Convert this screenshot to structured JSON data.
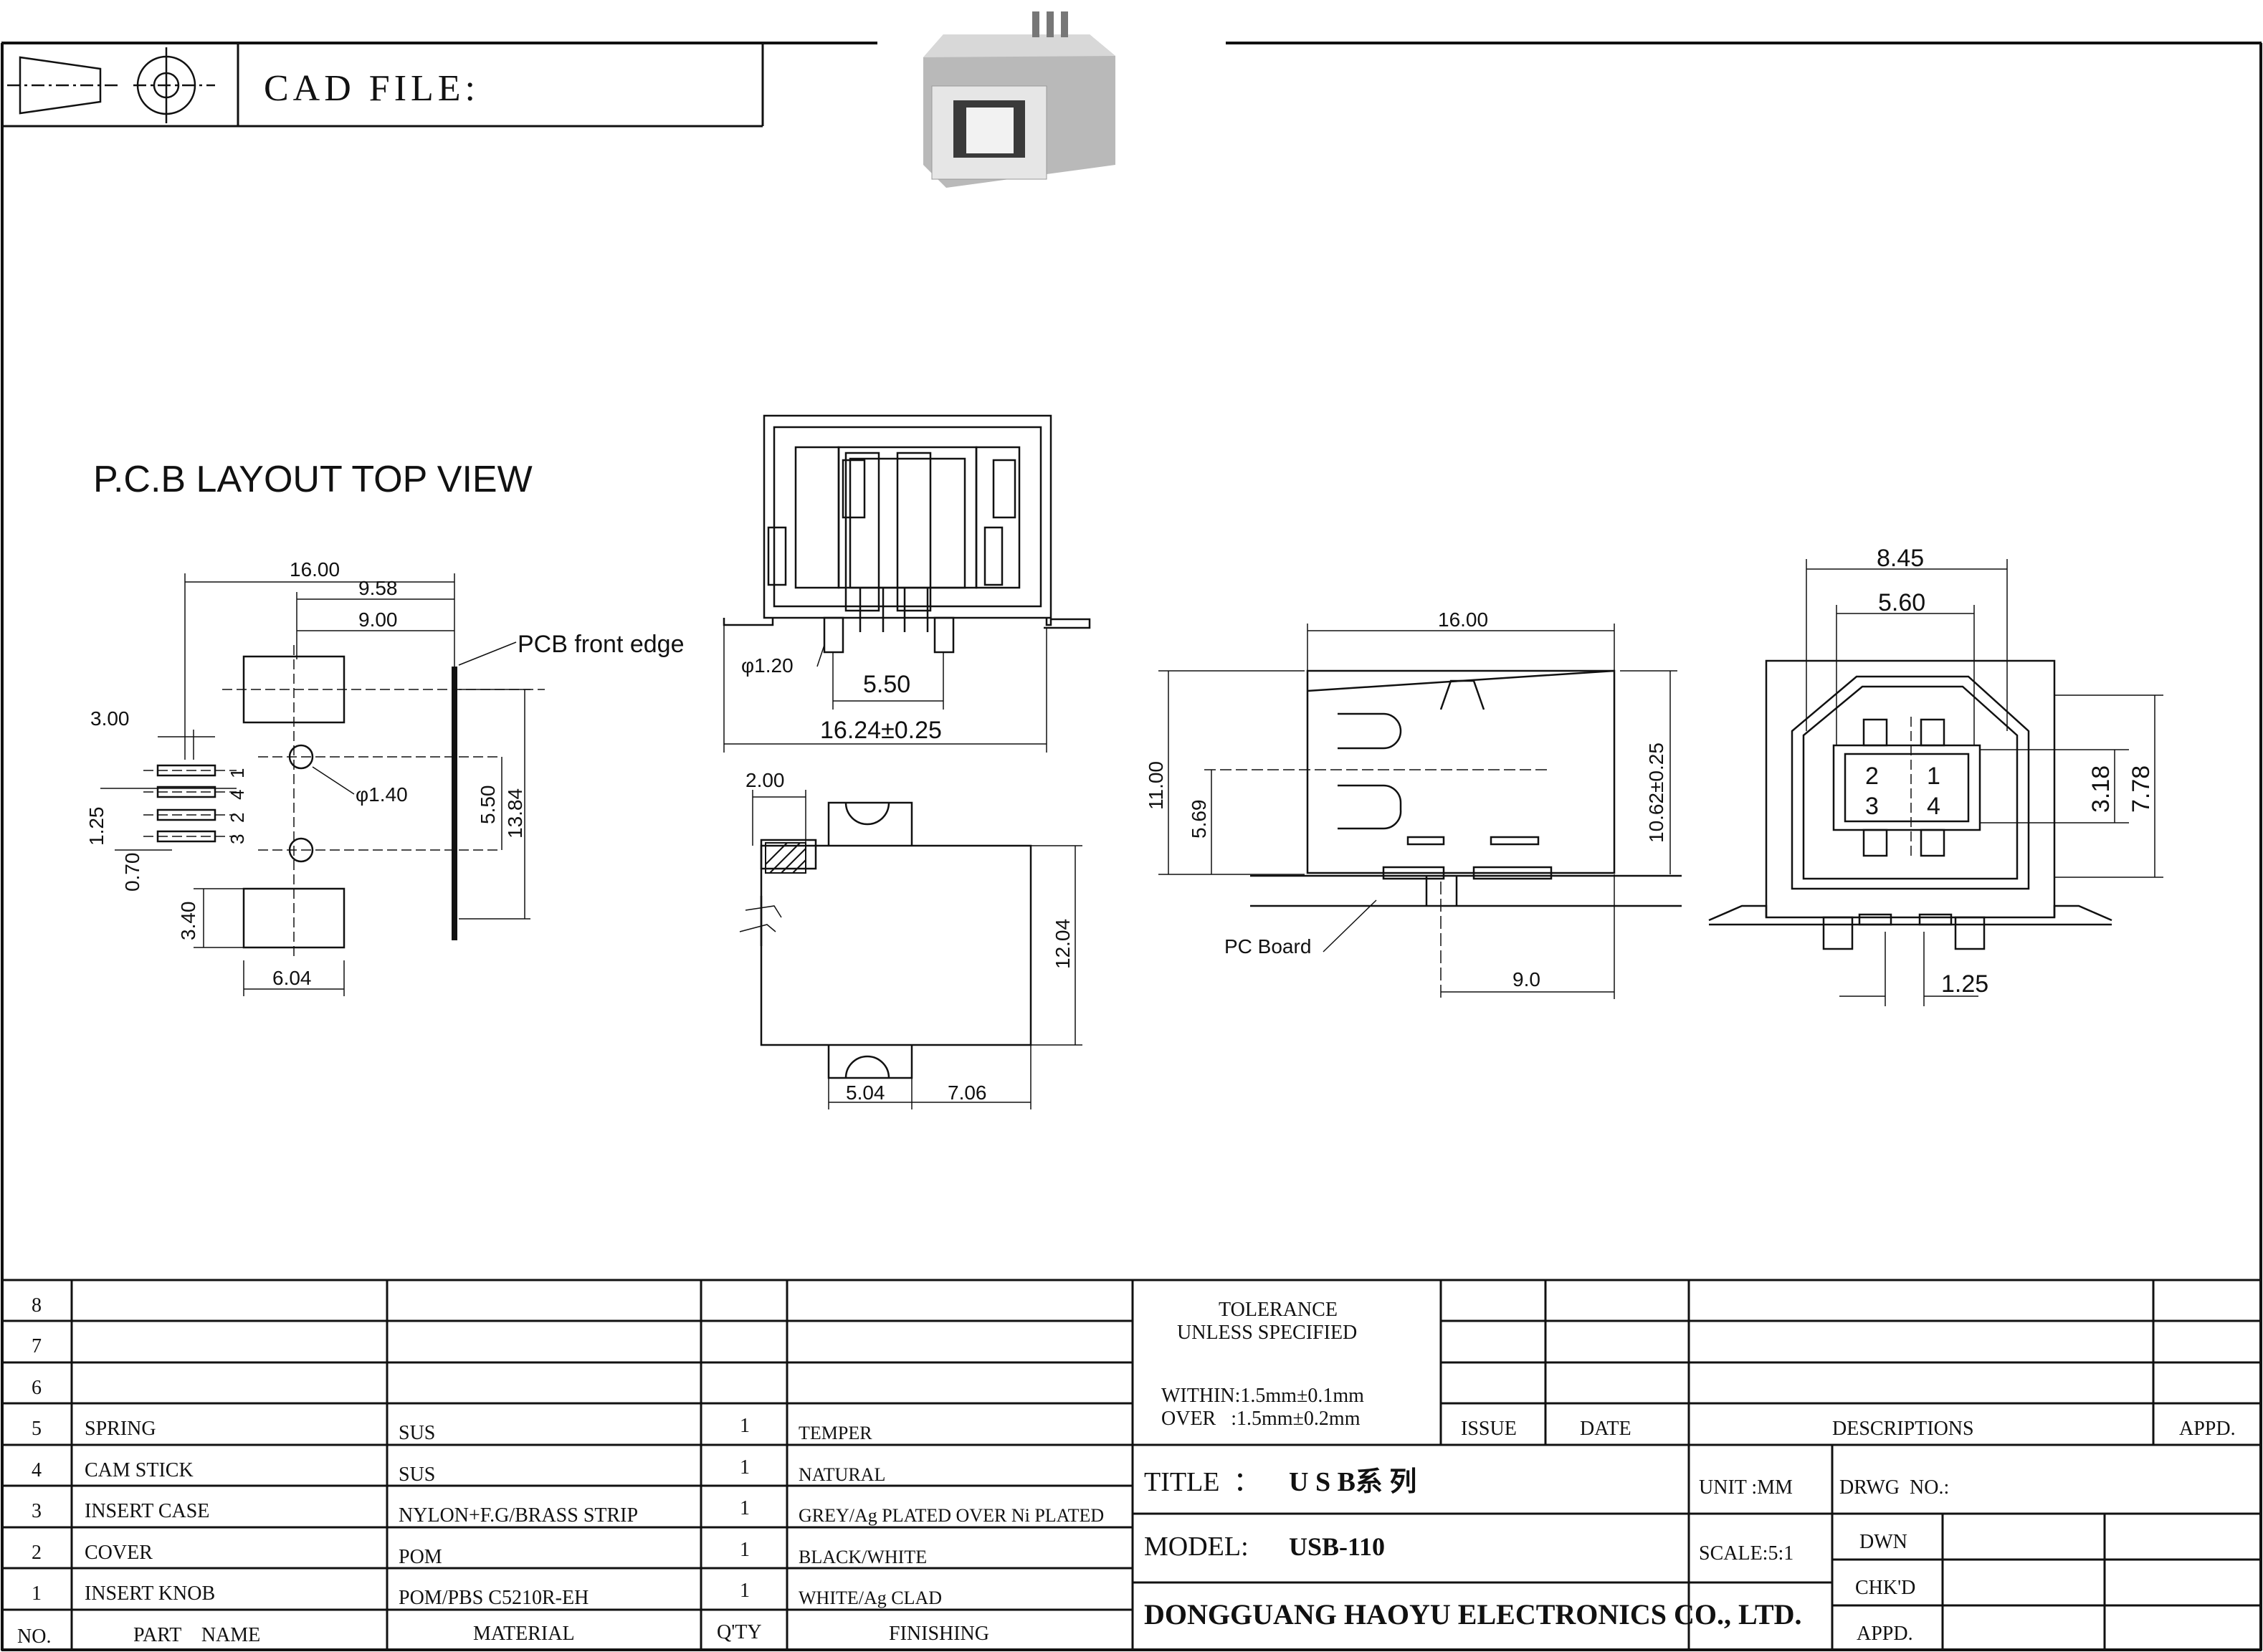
{
  "header": {
    "cad_file_label": "CAD FILE:"
  },
  "pcb_layout": {
    "title": "P.C.B LAYOUT TOP VIEW",
    "pcb_front_edge": "PCB front edge",
    "dims": {
      "d16_00": "16.00",
      "d9_58": "9.58",
      "d9_00": "9.00",
      "d3_00": "3.00",
      "d1_25": "1.25",
      "d0_70": "0.70",
      "d3_40": "3.40",
      "d6_04": "6.04",
      "d5_50": "5.50",
      "d13_84": "13.84",
      "hole": "φ1.40"
    },
    "pins": [
      "1",
      "4",
      "2",
      "3"
    ]
  },
  "front_view": {
    "dims": {
      "pin_dia": "φ1.20",
      "pitch": "5.50",
      "width": "16.24±0.25"
    }
  },
  "top_view": {
    "dims": {
      "d2_00": "2.00",
      "d12_04": "12.04",
      "d5_04": "5.04",
      "d7_06": "7.06"
    }
  },
  "side_view": {
    "dims": {
      "d16_00": "16.00",
      "d11_00": "11.00",
      "d5_69": "5.69",
      "d10_62": "10.62±0.25",
      "d9_0": "9.0"
    },
    "pc_board": "PC Board"
  },
  "end_view": {
    "dims": {
      "d8_45": "8.45",
      "d5_60": "5.60",
      "d3_18": "3.18",
      "d7_78": "7.78",
      "d1_25": "1.25"
    },
    "pins": [
      "2",
      "1",
      "3",
      "4"
    ]
  },
  "bom": {
    "rows": [
      {
        "no": "8",
        "part": "",
        "material": "",
        "qty": "",
        "finishing": ""
      },
      {
        "no": "7",
        "part": "",
        "material": "",
        "qty": "",
        "finishing": ""
      },
      {
        "no": "6",
        "part": "",
        "material": "",
        "qty": "",
        "finishing": ""
      },
      {
        "no": "5",
        "part": "SPRING",
        "material": "SUS",
        "qty": "1",
        "finishing": "TEMPER"
      },
      {
        "no": "4",
        "part": "CAM STICK",
        "material": "SUS",
        "qty": "1",
        "finishing": "NATURAL"
      },
      {
        "no": "3",
        "part": "INSERT CASE",
        "material": "NYLON+F.G/BRASS STRIP",
        "qty": "1",
        "finishing": "GREY/Ag PLATED OVER Ni PLATED"
      },
      {
        "no": "2",
        "part": "COVER",
        "material": "POM",
        "qty": "1",
        "finishing": "BLACK/WHITE"
      },
      {
        "no": "1",
        "part": "INSERT KNOB",
        "material": "POM/PBS C5210R-EH",
        "qty": "1",
        "finishing": "WHITE/Ag CLAD"
      }
    ],
    "headers": {
      "no": "NO.",
      "part": "PART    NAME",
      "material": "MATERIAL",
      "qty": "Q'TY",
      "finishing": "FINISHING"
    }
  },
  "title_block": {
    "tolerance_1": "TOLERANCE",
    "tolerance_2": "UNLESS SPECIFIED",
    "within": "WITHIN:1.5mm±0.1mm",
    "over": "OVER   :1.5mm±0.2mm",
    "issue": "ISSUE",
    "date": "DATE",
    "descriptions": "DESCRIPTIONS",
    "appd": "APPD.",
    "title_label": "TITLE  ：",
    "title_value": "U S B系 列",
    "unit": "UNIT :MM",
    "drwg_no": "DRWG  NO.:",
    "model_label": "MODEL:",
    "model_value": "USB-110",
    "scale": "SCALE:5:1",
    "dwn": "DWN",
    "chkd": "CHK'D",
    "appd2": "APPD.",
    "company": "DONGGUANG HAOYU ELECTRONICS CO., LTD."
  }
}
